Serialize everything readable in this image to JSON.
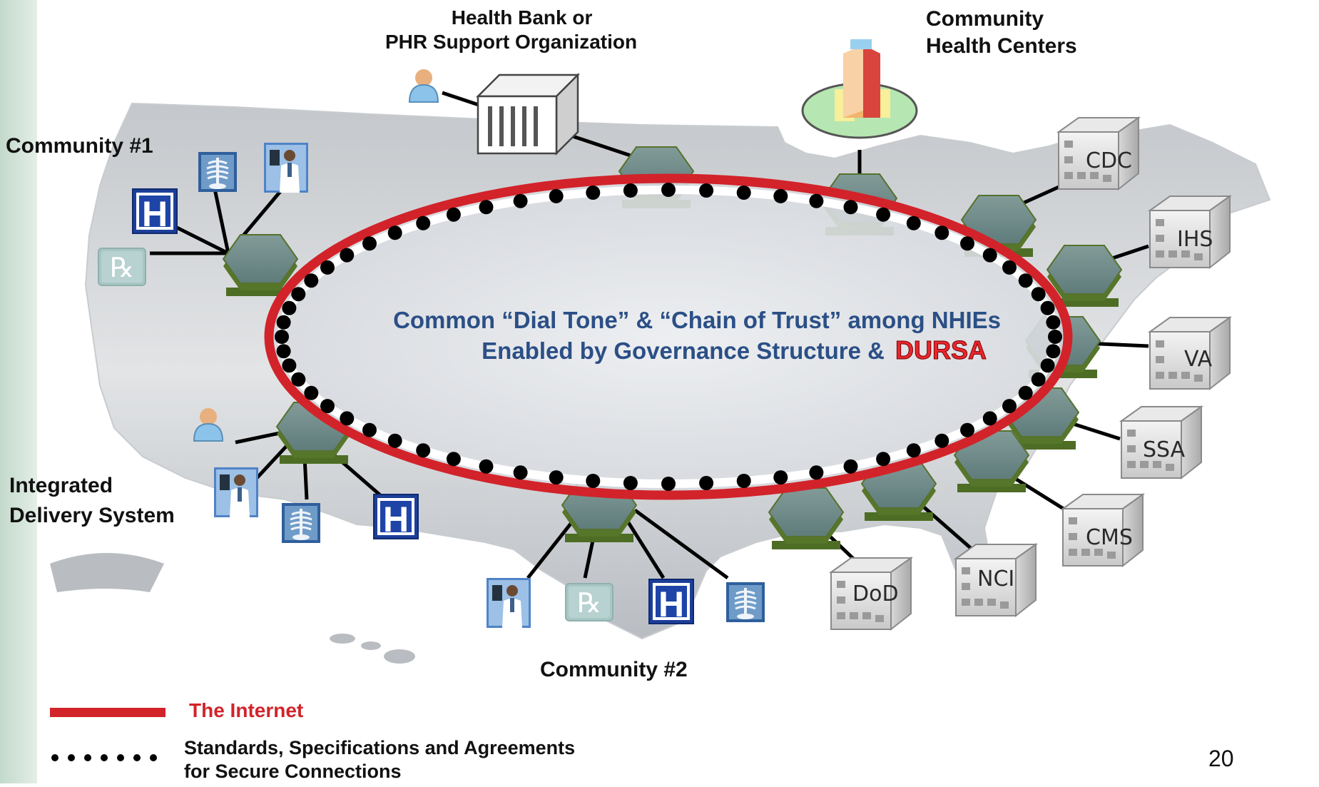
{
  "labels": {
    "health_bank_line1": "Health Bank or",
    "health_bank_line2": "PHR Support Organization",
    "chc_line1": "Community",
    "chc_line2": "Health Centers",
    "community1": "Community #1",
    "ids_line1": "Integrated",
    "ids_line2": "Delivery System",
    "community2": "Community #2"
  },
  "center_text": {
    "line1": "Common “Dial Tone” & “Chain of Trust” among NHIEs",
    "line2_prefix": "Enabled by Governance Structure &",
    "line2_highlight": "DURSA"
  },
  "agencies": [
    "CDC",
    "IHS",
    "VA",
    "SSA",
    "CMS",
    "NCI",
    "DoD"
  ],
  "legend": {
    "internet_label": "The Internet",
    "standards_line1": "Standards, Specifications and Agreements",
    "standards_line2": "for Secure Connections"
  },
  "page_number": "20",
  "icons": {
    "hospital_glyph": "H",
    "pharmacy_glyph": "℞"
  },
  "colors": {
    "internet_red": "#d2232a",
    "center_text_blue": "#2b4f86",
    "hex_fill": "#6f8a88",
    "hex_base": "#5c7a2a",
    "left_band": "#c9ddd0",
    "map_gray": "#b4b8bd"
  }
}
